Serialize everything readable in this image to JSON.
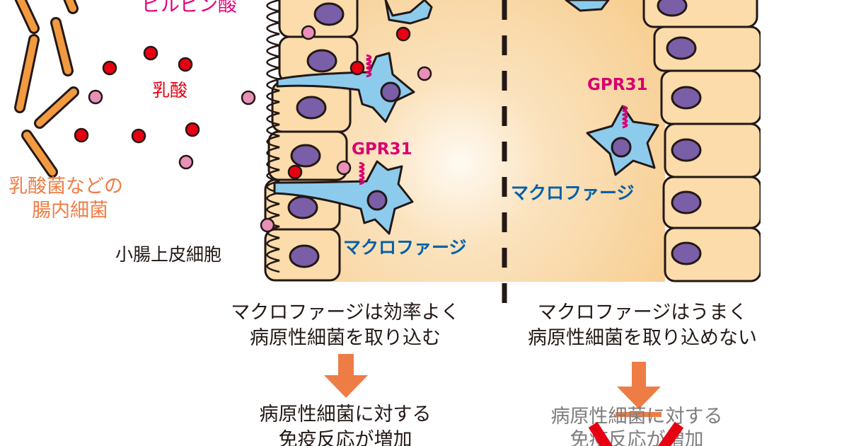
{
  "labels": {
    "pyruvate": "ピルビン酸",
    "lactate": "乳酸",
    "bacteria_line1": "乳酸菌などの",
    "bacteria_line2": "腸内細菌",
    "epithelium": "小腸上皮細胞",
    "gpr31_left": "GPR31",
    "gpr31_right": "GPR31",
    "macrophage_left": "マクロファージ",
    "macrophage_right": "マクロファージ"
  },
  "left_outcome": {
    "line1": "マクロファージは効率よく",
    "line2": "病原性細菌を取り込む",
    "result1": "病原性細菌に対する",
    "result2": "免疫反応が増加"
  },
  "right_outcome": {
    "line1": "マクロファージはうまく",
    "line2": "病原性細菌を取り込めない",
    "result1": "病原性細菌に対する",
    "result2": "免疫反応が増加"
  },
  "colors": {
    "pyruvate": "#e4007f",
    "lactate": "#e60012",
    "bacteria": "#f08c3c",
    "macrophage_label": "#0060a8",
    "gpr31": "#d6006f",
    "arrow": "#ee7d45",
    "cross": "#e60012",
    "cell": "#fbdcaa",
    "nucleus": "#7b5ea8",
    "macrophage": "#8dcbed"
  }
}
